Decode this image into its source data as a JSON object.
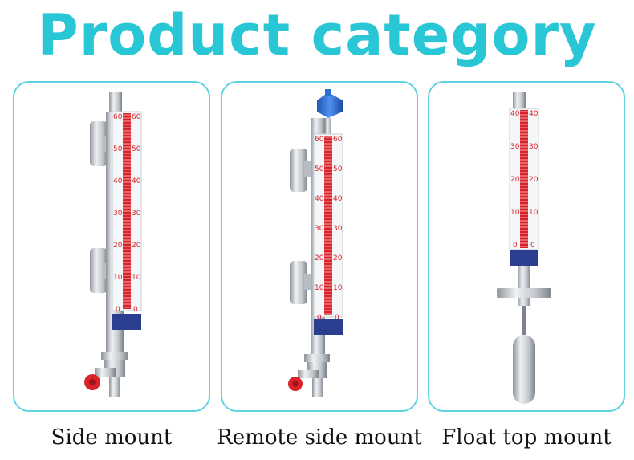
{
  "title": "Product category",
  "colors": {
    "title": "#29c6d6",
    "card_border": "#5fd3e0",
    "scale_red": "#d8232a",
    "junction_box": "#2b6fd6",
    "valve_handle": "#d8232a"
  },
  "products": [
    {
      "label": "Side mount",
      "scale_labels": [
        "60",
        "50",
        "40",
        "30",
        "20",
        "10",
        "0"
      ]
    },
    {
      "label": "Remote side mount",
      "scale_labels": [
        "60",
        "50",
        "40",
        "30",
        "20",
        "10",
        "0"
      ]
    },
    {
      "label": "Float top mount",
      "scale_labels": [
        "40",
        "30",
        "20",
        "10",
        "0"
      ]
    }
  ]
}
